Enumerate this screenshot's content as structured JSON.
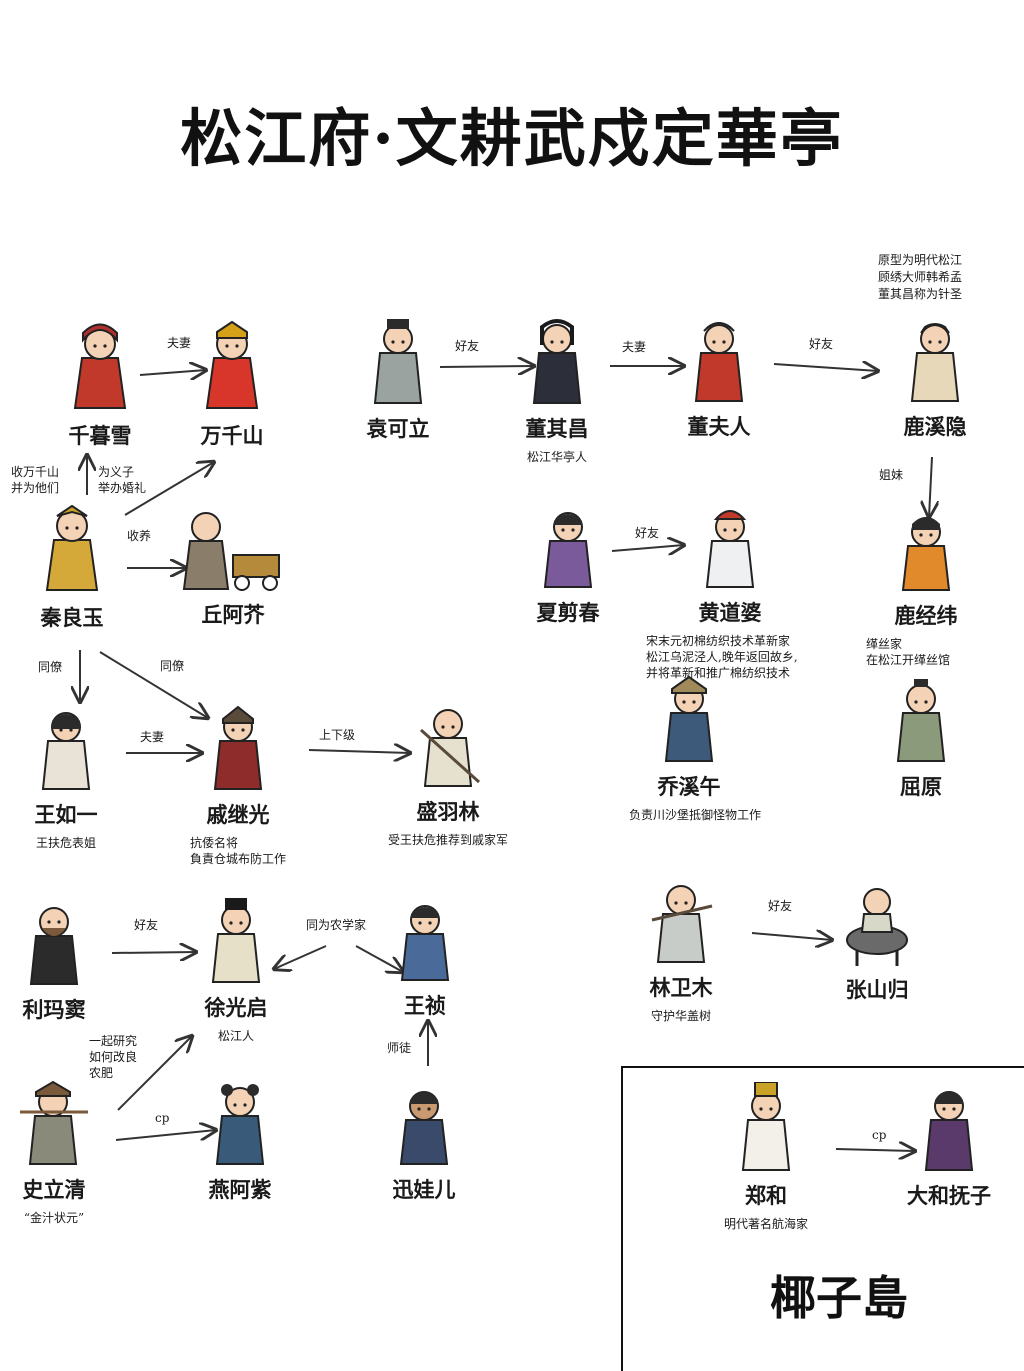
{
  "title": "松江府·文耕武戍定華亭",
  "characters": {
    "qianmuxue": {
      "name": "千暮雪"
    },
    "wanqianshan": {
      "name": "万千山"
    },
    "qinliangyu": {
      "name": "秦良玉"
    },
    "qiujie": {
      "name": "丘阿芥"
    },
    "wangruyi": {
      "name": "王如一",
      "note": "王扶危表姐"
    },
    "qijiguang": {
      "name": "戚继光",
      "note": "抗倭名将\n負責仓城布防工作"
    },
    "shengyulin": {
      "name": "盛羽林",
      "note": "受王扶危推荐到戚家军"
    },
    "yuankeli": {
      "name": "袁可立"
    },
    "dongqichang": {
      "name": "董其昌",
      "note": "松江华亭人"
    },
    "dongfuren": {
      "name": "董夫人"
    },
    "luxiyin": {
      "name": "鹿溪隐",
      "note": "原型为明代松江\n顾绣大师韩希孟\n董其昌称为针圣"
    },
    "xiajianchun": {
      "name": "夏剪春"
    },
    "huangdaopo": {
      "name": "黄道婆",
      "note": "宋末元初棉纺织技术革新家\n松江乌泥泾人,晚年返回故乡,\n并将革新和推广棉纺织技术"
    },
    "lujingwei": {
      "name": "鹿经纬",
      "note": "缂丝家\n在松江开缂丝馆"
    },
    "qiaoxiwu": {
      "name": "乔溪午",
      "note": "负责川沙堡抵御怪物工作"
    },
    "quyuan": {
      "name": "屈原"
    },
    "limadou": {
      "name": "利玛窦"
    },
    "xuguangqi": {
      "name": "徐光启",
      "note": "松江人"
    },
    "wangzhen": {
      "name": "王祯"
    },
    "shiliqing": {
      "name": "史立清",
      "note": "“金汁状元”"
    },
    "yanazi": {
      "name": "燕阿紫"
    },
    "xunwaer": {
      "name": "迅娃儿"
    },
    "linweimu": {
      "name": "林卫木",
      "note": "守护华盖树"
    },
    "zhangshangui": {
      "name": "张山归"
    },
    "zhenghe": {
      "name": "郑和",
      "note": "明代著名航海家"
    },
    "dahe": {
      "name": "大和抚子"
    }
  },
  "relations": {
    "fuqi1": "夫妻",
    "shou_wan": "收万千山\n并为他们",
    "yizi": "为义子\n举办婚礼",
    "shouyang": "收养",
    "tongliao1": "同僚",
    "tongliao2": "同僚",
    "fuqi2": "夫妻",
    "shangxiaji": "上下级",
    "haoyou1": "好友",
    "fuqi3": "夫妻",
    "haoyou2": "好友",
    "jiemei": "姐妹",
    "haoyou3": "好友",
    "haoyou4": "好友",
    "nongxuejia": "同为农学家",
    "shitu": "师徒",
    "yanjiu": "一起研究\n如何改良\n农肥",
    "cp1": "cp",
    "haoyou5": "好友",
    "cp2": "cp"
  },
  "island": {
    "label": "椰子島"
  },
  "colors": {
    "arrow": "#333333",
    "border": "#111111"
  }
}
